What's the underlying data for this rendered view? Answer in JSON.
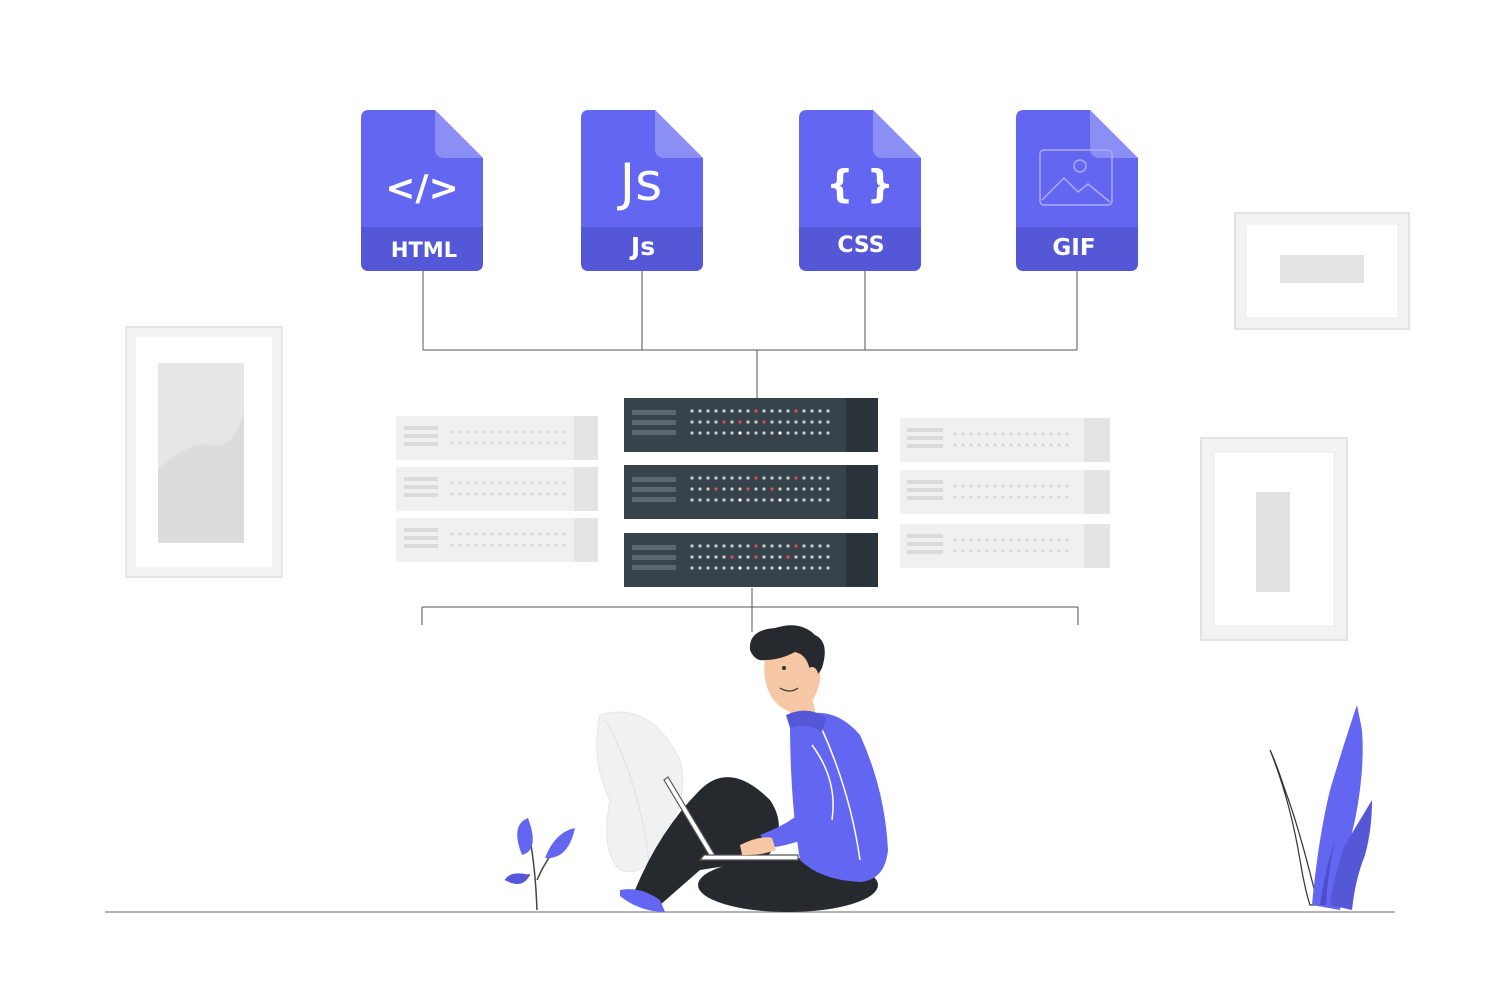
{
  "colors": {
    "background": "#ffffff",
    "accent": "#6366f1",
    "accent_dark": "#5458d6",
    "accent_fold": "#8b8ef5",
    "server_dark": "#2f3b43",
    "server_light": "#e9e9e9",
    "frame_light": "#ececec",
    "led_red": "#d9534f",
    "skin": "#f6c7a4",
    "pants": "#26292e"
  },
  "files": [
    {
      "name": "html-file",
      "label": "HTML",
      "glyph": "</>",
      "icon": "code-tag-icon"
    },
    {
      "name": "js-file",
      "label": "Js",
      "glyph": "Js",
      "icon": "javascript-icon"
    },
    {
      "name": "css-file",
      "label": "CSS",
      "glyph": "{ }",
      "icon": "curly-braces-icon"
    },
    {
      "name": "gif-file",
      "label": "GIF",
      "glyph": "",
      "icon": "image-icon"
    }
  ],
  "scene_items": [
    "central-server-rack",
    "background-server-rack-left",
    "background-server-rack-right",
    "picture-frame-left",
    "picture-frame-top-right",
    "picture-frame-bottom-right",
    "developer-with-laptop",
    "plant-left",
    "plant-right",
    "leaf-decoration"
  ]
}
